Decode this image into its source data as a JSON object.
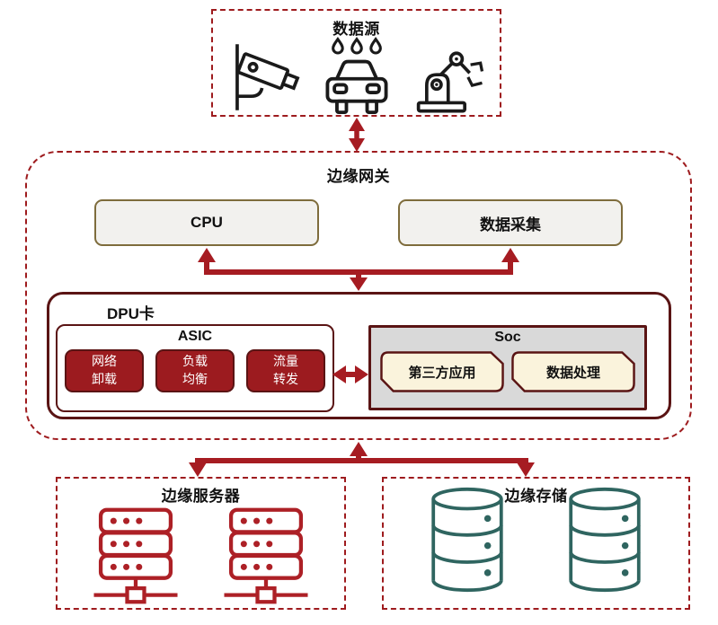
{
  "colors": {
    "dashed_border_red": "#9E1B1E",
    "connector_red": "#A61C22",
    "maroon_border": "#5A1414",
    "olive_border": "#7E6C3C",
    "light_module_fill": "#F2F1EE",
    "asic_module_red": "#9C1B1F",
    "soc_gray": "#D9D9D9",
    "soc_app_cream": "#FAF3DC",
    "server_icon_red": "#AD2026",
    "storage_icon_teal": "#2F6560",
    "black_icon": "#1A1A1A"
  },
  "datasource": {
    "title": "数据源",
    "icons": [
      "cctv-camera-icon",
      "car-wash-icon",
      "robot-arm-icon"
    ]
  },
  "gateway": {
    "title": "边缘网关",
    "modules": [
      {
        "label": "CPU"
      },
      {
        "label": "数据采集"
      }
    ]
  },
  "dpu": {
    "title": "DPU卡",
    "asic": {
      "title": "ASIC",
      "modules": [
        {
          "line1": "网络",
          "line2": "卸载"
        },
        {
          "line1": "负载",
          "line2": "均衡"
        },
        {
          "line1": "流量",
          "line2": "转发"
        }
      ]
    },
    "soc": {
      "title": "Soc",
      "apps": [
        {
          "label": "第三方应用"
        },
        {
          "label": "数据处理"
        }
      ]
    }
  },
  "edge_servers": {
    "title": "边缘服务器",
    "icon": "server-rack-icon",
    "icon_count": 2
  },
  "edge_storage": {
    "title": "边缘存储",
    "icon": "database-cylinder-icon",
    "icon_count": 2
  }
}
